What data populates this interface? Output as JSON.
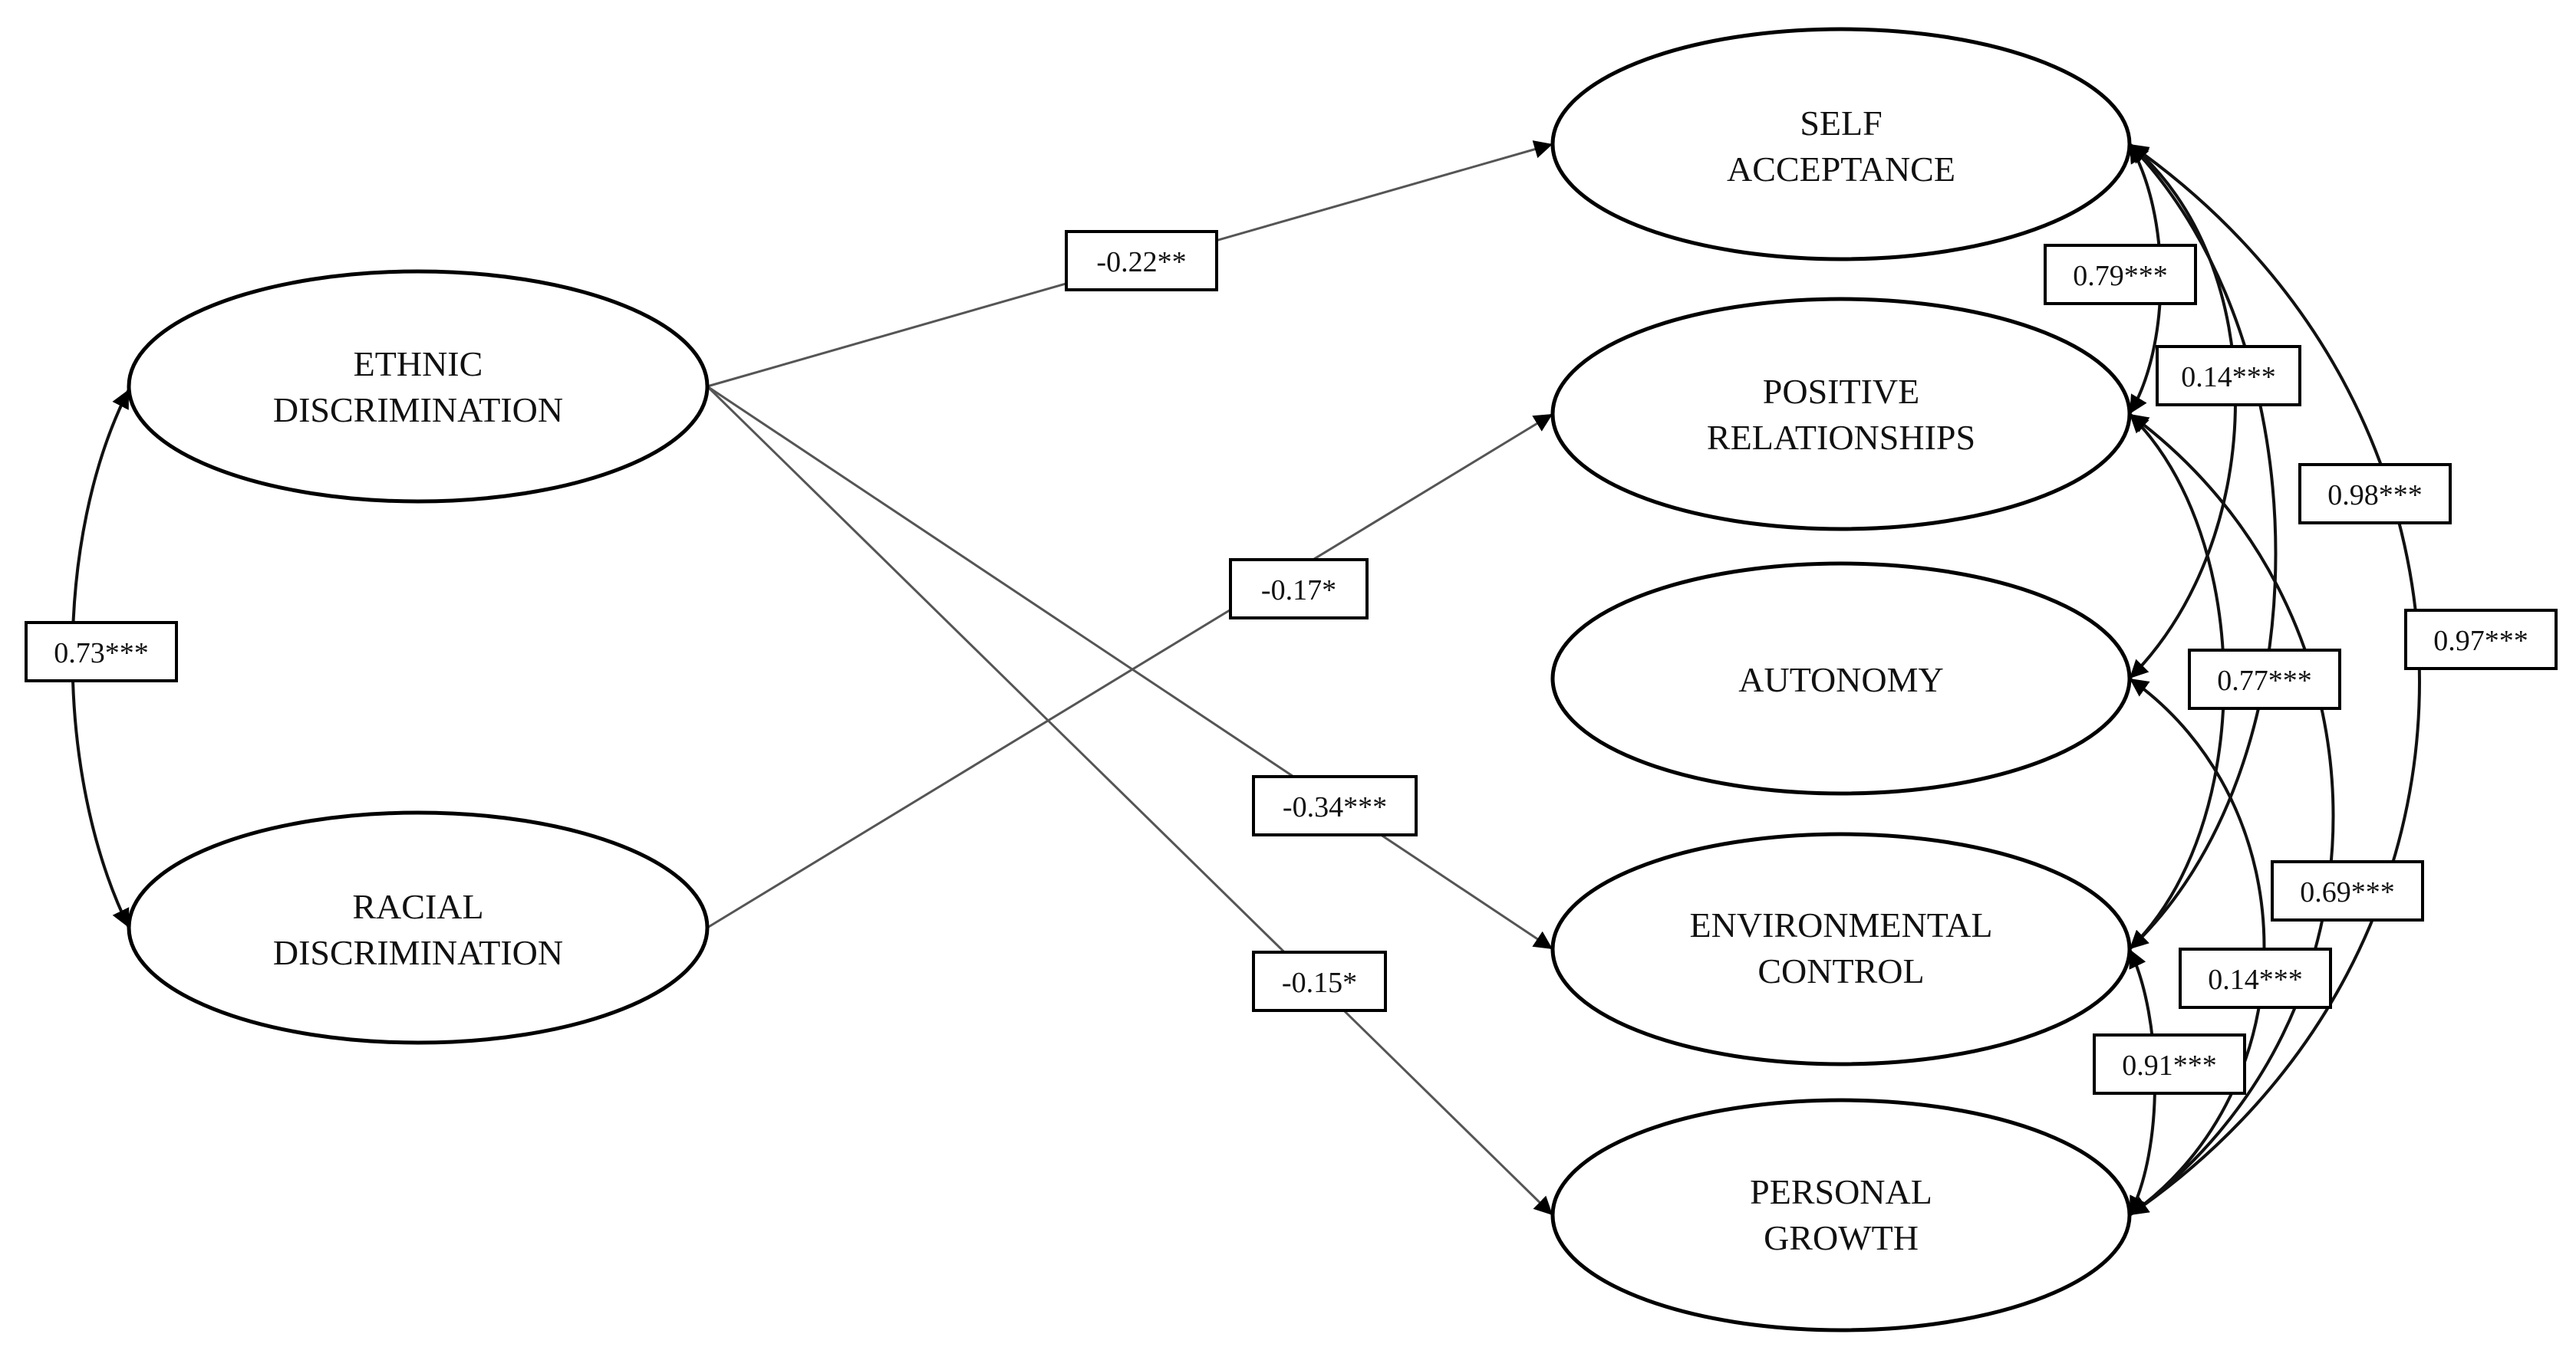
{
  "colors": {
    "stroke": "#000000",
    "text": "#111111",
    "background": "#ffffff"
  },
  "nodes": {
    "ethnic": {
      "line1": "ETHNIC",
      "line2": "DISCRIMINATION"
    },
    "racial": {
      "line1": "RACIAL",
      "line2": "DISCRIMINATION"
    },
    "self_acceptance": {
      "line1": "SELF",
      "line2": "ACCEPTANCE"
    },
    "positive_relationships": {
      "line1": "POSITIVE",
      "line2": "RELATIONSHIPS"
    },
    "autonomy": {
      "line1": "AUTONOMY"
    },
    "environmental_control": {
      "line1": "ENVIRONMENTAL",
      "line2": "CONTROL"
    },
    "personal_growth": {
      "line1": "PERSONAL",
      "line2": "GROWTH"
    }
  },
  "paths": {
    "ethnic_to_self_acceptance": "-0.22**",
    "racial_to_positive_relationships": "-0.17*",
    "ethnic_to_environmental_control": "-0.34***",
    "ethnic_to_personal_growth": "-0.15*"
  },
  "correlations": {
    "ethnic_racial": "0.73***",
    "self_positive": "0.79***",
    "positive_autonomy": "0.14***",
    "self_environmental": "0.98***",
    "self_personal": "0.97***",
    "positive_environmental": "0.77***",
    "positive_personal": "0.69***",
    "autonomy_personal": "0.14***",
    "environmental_personal": "0.91***"
  }
}
